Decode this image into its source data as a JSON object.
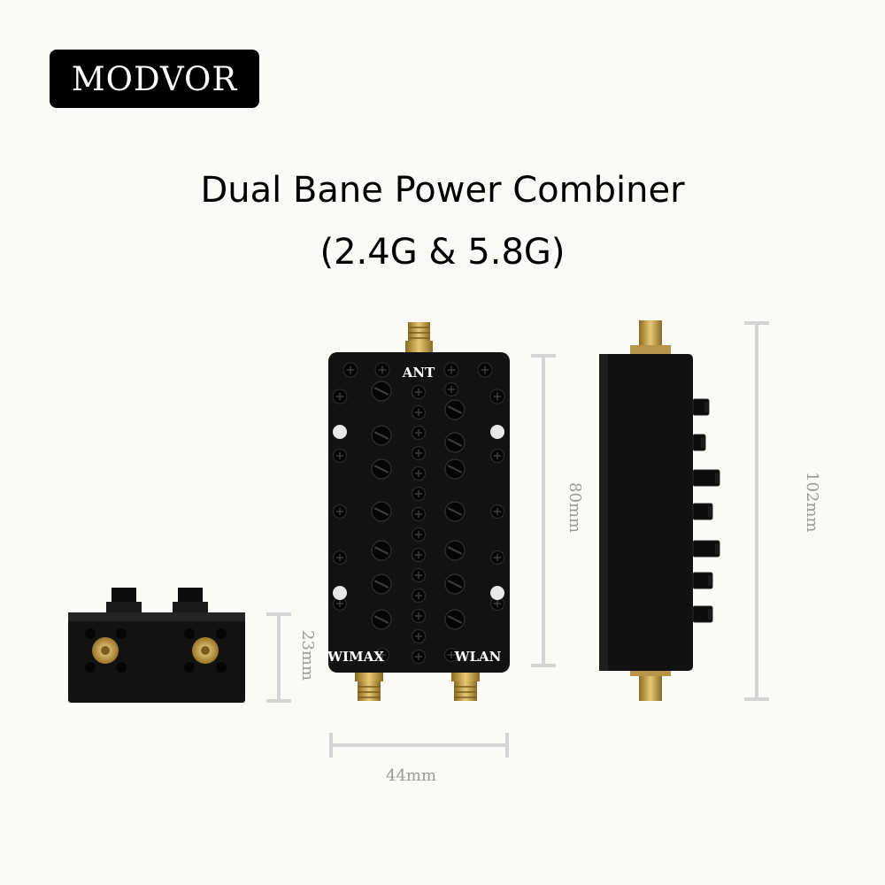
{
  "brand": {
    "name": "MODVOR"
  },
  "title": {
    "line1": "Dual Bane Power Combiner",
    "line2": "(2.4G & 5.8G)"
  },
  "ports": {
    "top": "ANT",
    "left": "WIMAX",
    "right": "WLAN"
  },
  "dimensions": {
    "height_body": "80mm",
    "height_total": "102mm",
    "depth": "23mm",
    "width": "44mm"
  },
  "colors": {
    "body": "#121212",
    "screw": "#050505",
    "brass": "#c8a14a",
    "background": "#fbfaf6",
    "dimension_line": "#d4d4d4"
  }
}
